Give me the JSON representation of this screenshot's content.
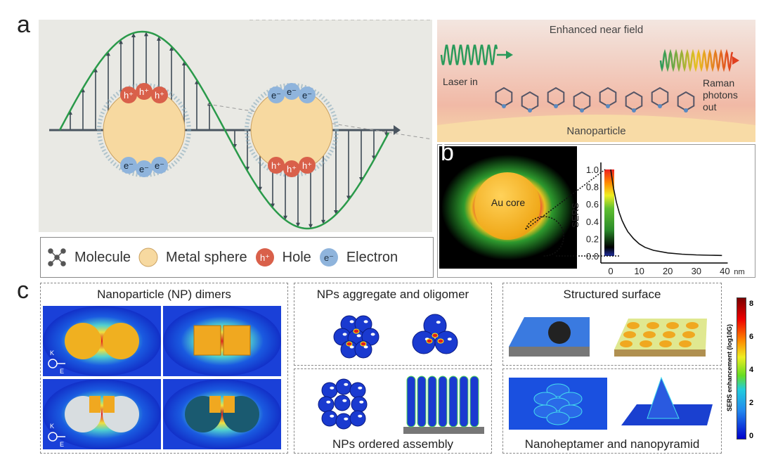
{
  "panel_a": {
    "label": "a",
    "hole_symbol": "h+",
    "electron_symbol": "e-",
    "legend": [
      {
        "icon": "molecule-icon",
        "label": "Molecule"
      },
      {
        "icon": "metal-sphere-icon",
        "label": "Metal sphere"
      },
      {
        "icon": "hole-icon",
        "symbol": "h+",
        "label": "Hole"
      },
      {
        "icon": "electron-icon",
        "symbol": "e-",
        "label": "Electron"
      }
    ],
    "inset": {
      "title": "Enhanced near field",
      "laser_label": "Laser in",
      "raman_label": "Raman photons out",
      "substrate_label": "Nanoparticle"
    }
  },
  "panel_b": {
    "label": "b",
    "core_label": "Au core"
  },
  "chart_data": {
    "type": "line",
    "title": "",
    "xlabel": "nm",
    "ylabel": "SERS",
    "xlim": [
      -5,
      40
    ],
    "ylim": [
      0,
      1.0
    ],
    "x_ticks": [
      "0",
      "10",
      "20",
      "30",
      "40"
    ],
    "y_ticks": [
      "0.0",
      "0.2",
      "0.4",
      "0.6",
      "0.8",
      "1.0"
    ],
    "x": [
      0,
      1,
      2,
      3,
      4,
      5,
      6,
      8,
      10,
      12,
      15,
      20,
      25,
      30,
      35,
      39
    ],
    "y": [
      1.0,
      0.78,
      0.62,
      0.5,
      0.41,
      0.34,
      0.28,
      0.2,
      0.14,
      0.1,
      0.065,
      0.035,
      0.02,
      0.012,
      0.008,
      0.006
    ],
    "colorbar": true,
    "grid": false
  },
  "panel_c": {
    "label": "c",
    "boxes": [
      {
        "title": "Nanoparticle (NP) dimers"
      },
      {
        "title": "NPs aggregate and oligomer"
      },
      {
        "title": "NPs ordered assembly"
      },
      {
        "title": "Structured surface"
      },
      {
        "title": "Nanoheptamer and nanopyramid"
      }
    ],
    "k_label": "K",
    "e_label": "E",
    "colorbar": {
      "label": "SERS enhancement (log10G)",
      "ticks": [
        "0",
        "2",
        "4",
        "6",
        "8"
      ]
    }
  },
  "colors": {
    "wave": "#2a9a4a",
    "axis": "#4a5560",
    "sphere": "#f7d9a0",
    "hole": "#d9604a",
    "electron": "#8fb4dc",
    "panel_bg": "#e9e9e4"
  }
}
